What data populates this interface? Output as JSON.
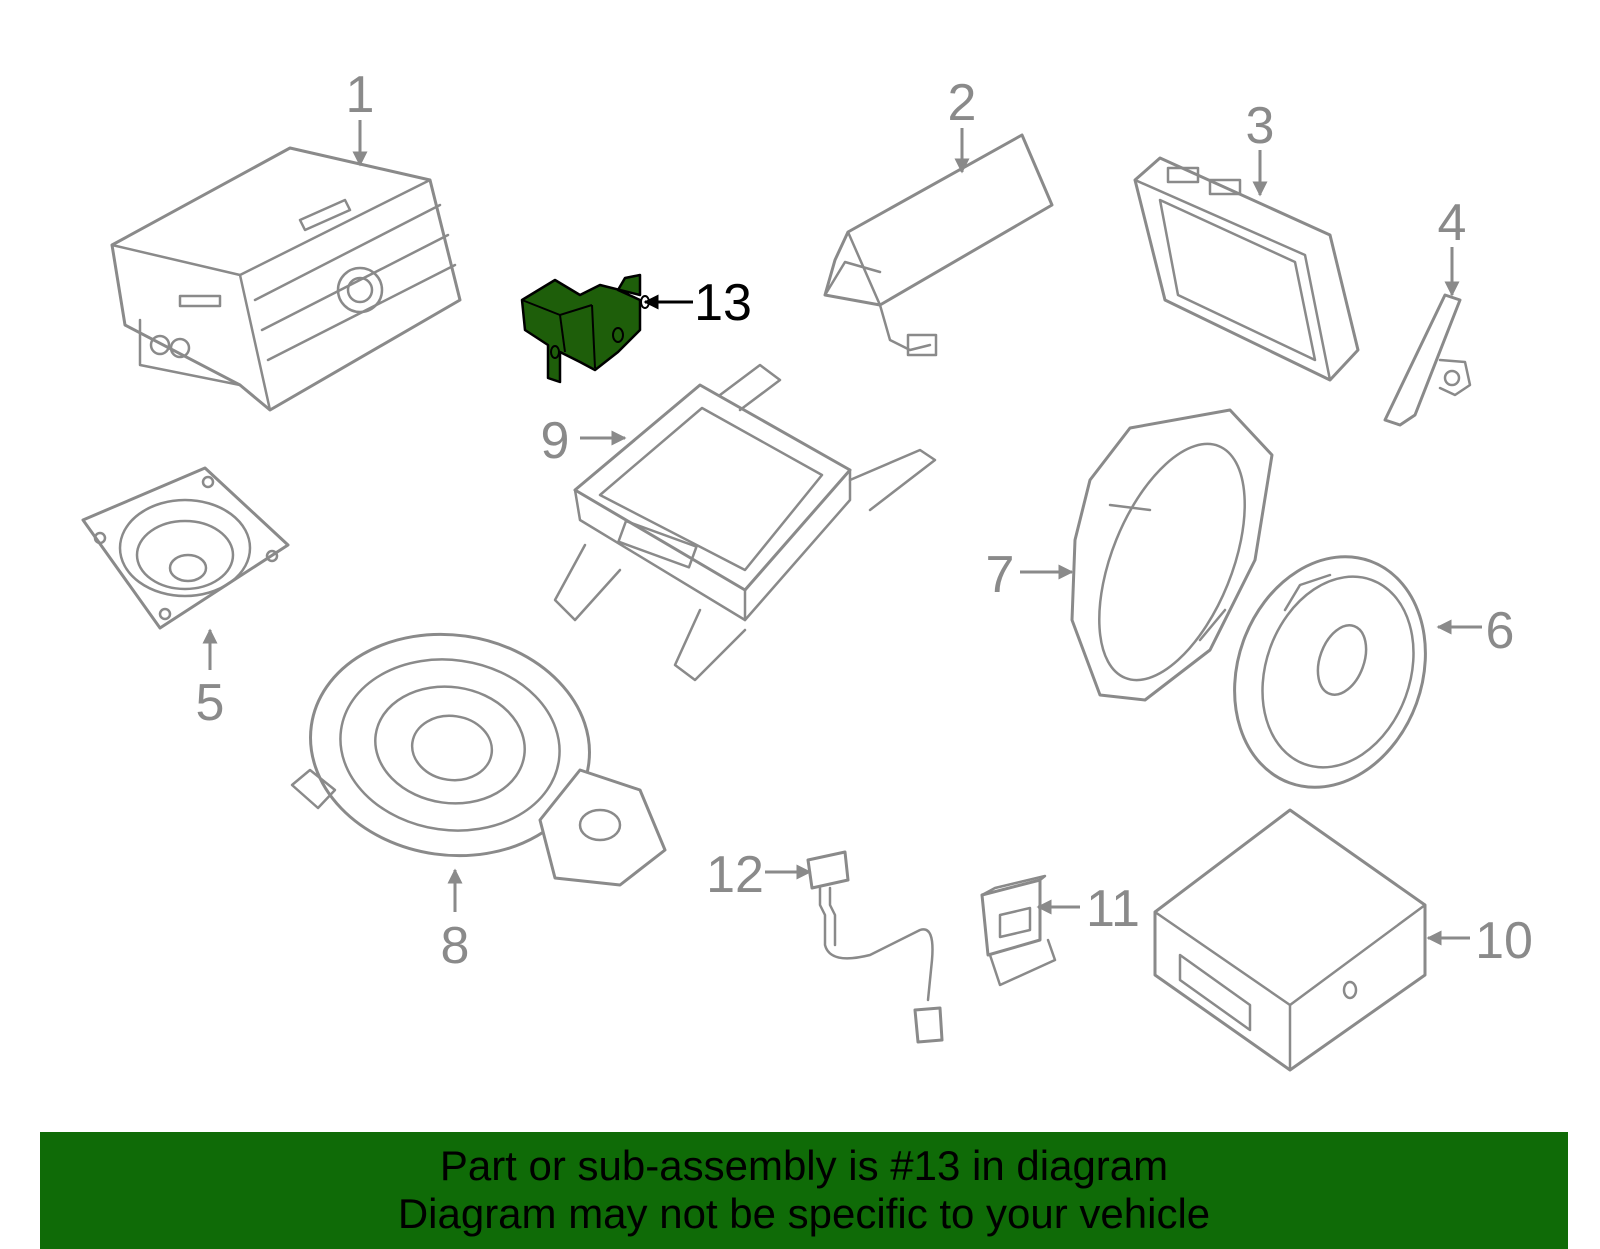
{
  "callouts": {
    "c1": "1",
    "c2": "2",
    "c3": "3",
    "c4": "4",
    "c5": "5",
    "c6": "6",
    "c7": "7",
    "c8": "8",
    "c9": "9",
    "c10": "10",
    "c11": "11",
    "c12": "12",
    "c13": "13"
  },
  "highlight": {
    "part": "13",
    "color": "#1e5e0a"
  },
  "banner": {
    "line1": "Part or sub-assembly is #13 in diagram",
    "line2": "Diagram may not be specific to your vehicle",
    "background": "#0f6b07"
  }
}
